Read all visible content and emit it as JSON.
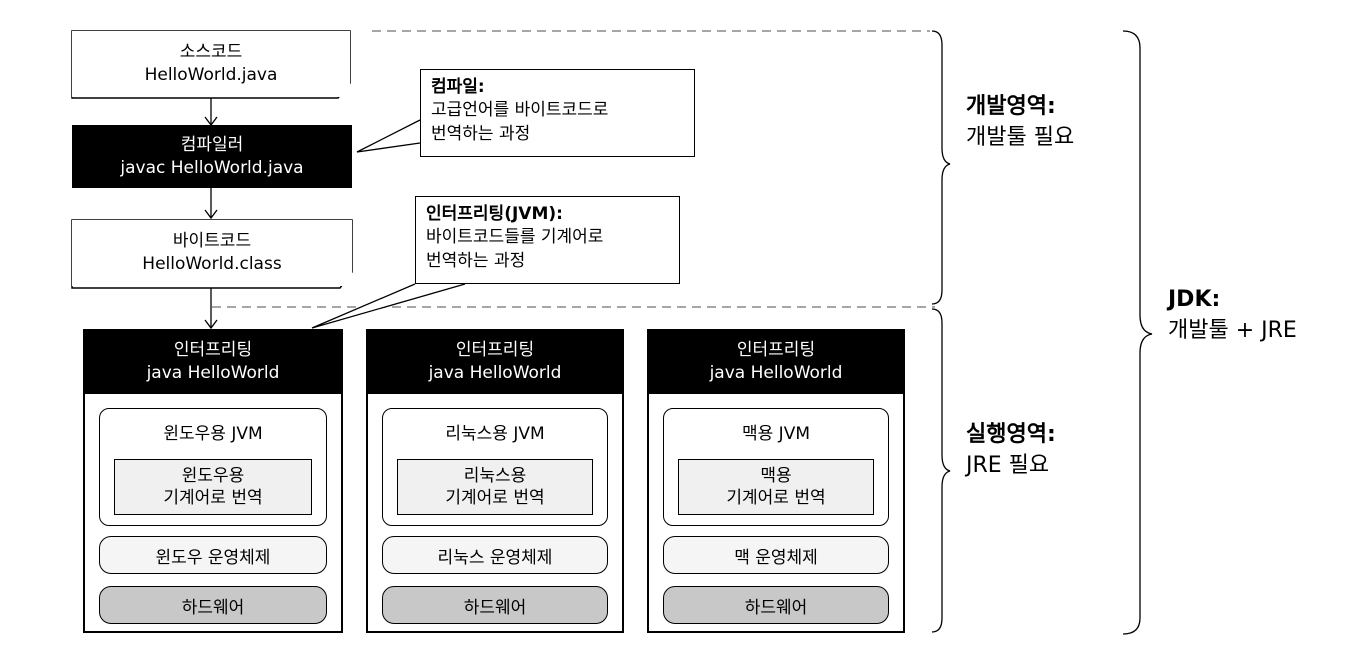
{
  "source": {
    "title": "소스코드",
    "file": "HelloWorld.java"
  },
  "compiler": {
    "title": "컴파일러",
    "command": "javac HelloWorld.java"
  },
  "bytecode": {
    "title": "바이트코드",
    "file": "HelloWorld.class"
  },
  "compile_callout": {
    "title": "컴파일:",
    "line1": "고급언어를 바이트코드로",
    "line2": "번역하는 과정"
  },
  "interpret_callout": {
    "title": "인터프리팅(JVM):",
    "line1": "바이트코드들를 기계어로",
    "line2": "번역하는 과정"
  },
  "platforms": [
    {
      "head_title": "인터프리팅",
      "head_cmd": "java HelloWorld",
      "jvm": "윈도우용 JVM",
      "inner1": "윈도우용",
      "inner2": "기계어로 번역",
      "os": "윈도우 운영체제",
      "hw": "하드웨어"
    },
    {
      "head_title": "인터프리팅",
      "head_cmd": "java HelloWorld",
      "jvm": "리눅스용 JVM",
      "inner1": "리눅스용",
      "inner2": "기계어로 번역",
      "os": "리눅스 운영체제",
      "hw": "하드웨어"
    },
    {
      "head_title": "인터프리팅",
      "head_cmd": "java HelloWorld",
      "jvm": "맥용 JVM",
      "inner1": "맥용",
      "inner2": "기계어로 번역",
      "os": "맥 운영체제",
      "hw": "하드웨어"
    }
  ],
  "dev_area": {
    "title": "개발영역:",
    "desc": "개발툴 필요"
  },
  "run_area": {
    "title": "실행영역:",
    "desc": "JRE 필요"
  },
  "jdk": {
    "title": "JDK:",
    "desc": "개발툴 + JRE"
  },
  "colors": {
    "black_box": "#000000",
    "os_fill": "#f5f5f5",
    "hw_fill": "#c8c8c8",
    "inner_fill": "#f0f0f0",
    "dashed_line": "#888888"
  }
}
